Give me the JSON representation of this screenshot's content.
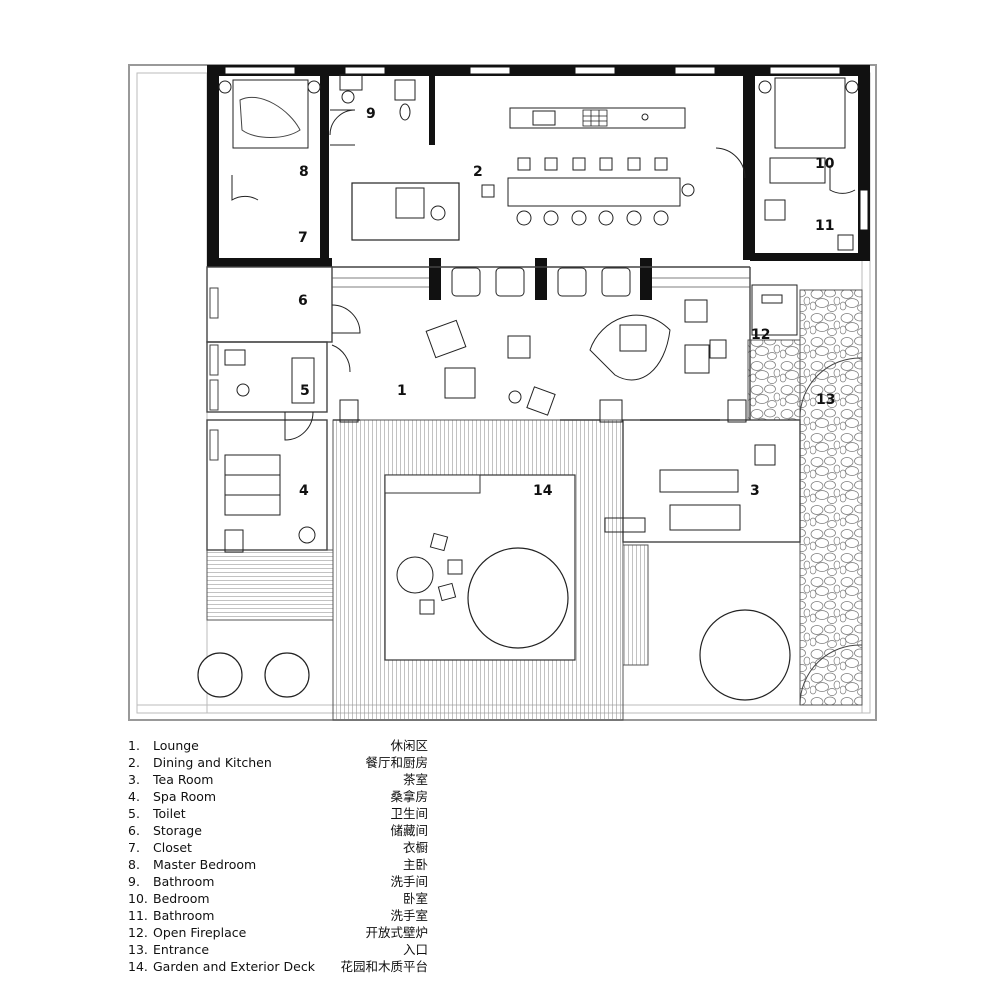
{
  "rooms": [
    {
      "num": "1.",
      "id": "1",
      "en": "Lounge",
      "zh": "休闲区"
    },
    {
      "num": "2.",
      "id": "2",
      "en": "Dining and Kitchen",
      "zh": "餐厅和厨房"
    },
    {
      "num": "3.",
      "id": "3",
      "en": "Tea Room",
      "zh": "茶室"
    },
    {
      "num": "4.",
      "id": "4",
      "en": "Spa Room",
      "zh": "桑拿房"
    },
    {
      "num": "5.",
      "id": "5",
      "en": "Toilet",
      "zh": "卫生间"
    },
    {
      "num": "6.",
      "id": "6",
      "en": "Storage",
      "zh": "储藏间"
    },
    {
      "num": "7.",
      "id": "7",
      "en": "Closet",
      "zh": "衣橱"
    },
    {
      "num": "8.",
      "id": "8",
      "en": "Master Bedroom",
      "zh": "主卧"
    },
    {
      "num": "9.",
      "id": "9",
      "en": "Bathroom",
      "zh": "洗手间"
    },
    {
      "num": "10.",
      "id": "10",
      "en": "Bedroom",
      "zh": "卧室"
    },
    {
      "num": "11.",
      "id": "11",
      "en": "Bathroom",
      "zh": "洗手室"
    },
    {
      "num": "12.",
      "id": "12",
      "en": "Open Fireplace",
      "zh": "开放式壁炉"
    },
    {
      "num": "13.",
      "id": "13",
      "en": "Entrance",
      "zh": "入口"
    },
    {
      "num": "14.",
      "id": "14",
      "en": "Garden and Exterior Deck",
      "zh": "花园和木质平台"
    }
  ]
}
